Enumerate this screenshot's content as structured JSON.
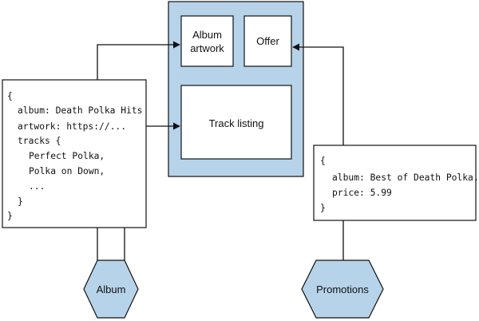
{
  "colors": {
    "container_fill": "#b7d3ea",
    "hexagon_fill": "#b7d3ea",
    "stroke": "#111111"
  },
  "ui_panel": {
    "album_artwork_label": [
      "Album",
      "artwork"
    ],
    "offer_label": "Offer",
    "track_listing_label": "Track listing"
  },
  "album_payload": {
    "lines": [
      "{",
      "album: Death Polka Hits",
      "artwork: https://...",
      "tracks {",
      "Perfect Polka,",
      "Polka on Down,",
      "...",
      "}",
      "}"
    ]
  },
  "promotions_payload": {
    "lines": [
      "{",
      "album: Best of Death Polka,",
      "price: 5.99",
      "}"
    ]
  },
  "services": {
    "album_label": "Album",
    "promotions_label": "Promotions"
  }
}
